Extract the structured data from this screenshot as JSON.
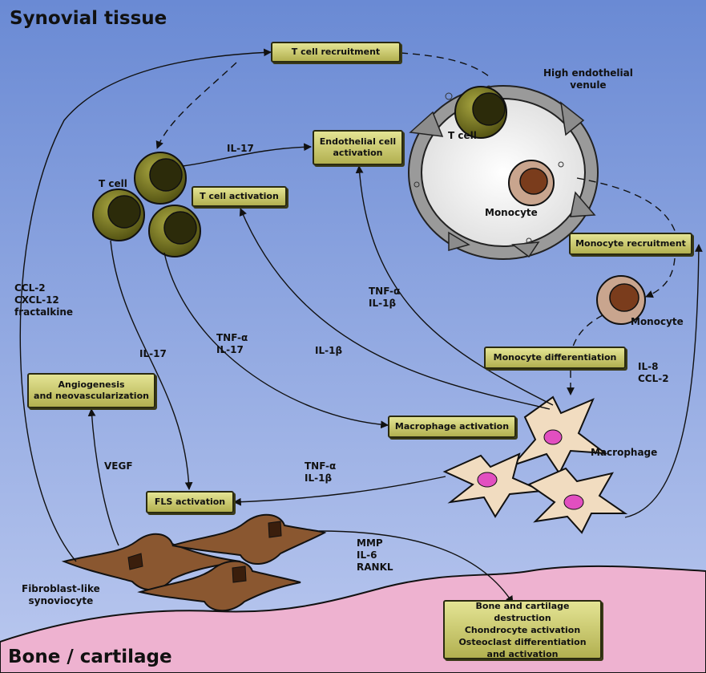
{
  "regions": {
    "top": "Synovial tissue",
    "bottom": "Bone / cartilage"
  },
  "boxes": {
    "t_cell_recruitment": "T cell recruitment",
    "endothelial_activation": [
      "Endothelial cell",
      "activation"
    ],
    "t_cell_activation": "T cell activation",
    "monocyte_recruitment": "Monocyte recruitment",
    "monocyte_differentiation": "Monocyte differentiation",
    "angiogenesis": [
      "Angiogenesis",
      "and neovascularization"
    ],
    "macrophage_activation": "Macrophage activation",
    "fls_activation": "FLS activation",
    "bone_destruction": [
      "Bone and cartilage destruction",
      "Chondrocyte activation",
      "Osteoclast differentiation",
      "and activation"
    ]
  },
  "cell_labels": {
    "t_cell_cluster": "T cell",
    "t_cell_venule": "T cell",
    "monocyte_venule": "Monocyte",
    "monocyte": "Monocyte",
    "macrophage": "Macrophage",
    "venule": [
      "High endothelial",
      "venule"
    ],
    "fibroblast": [
      "Fibroblast-like",
      "synoviocyte"
    ]
  },
  "mediators": {
    "il17_top": "IL-17",
    "ccl": [
      "CCL-2",
      "CXCL-12",
      "fractalkine"
    ],
    "il17_left": "IL-17",
    "tnf_il17": [
      "TNF-α",
      "IL-17"
    ],
    "il1b_mid": "IL-1β",
    "tnf_il1b_upper": [
      "TNF-α",
      "IL-1β"
    ],
    "il8_ccl2": [
      "IL-8",
      "CCL-2"
    ],
    "vegf": "VEGF",
    "tnf_il1b_lower": [
      "TNF-α",
      "IL-1β"
    ],
    "mmp": [
      "MMP",
      "IL-6",
      "RANKL"
    ]
  },
  "colors": {
    "bg_top": "#6f8fd6",
    "bg_bottom": "#b7c6ee",
    "bone": "#eeb0cf",
    "box_fill": "#cfcf78",
    "t_cell": "#6b6a1c",
    "monocyte": "#c9a58e",
    "macrophage": "#f1dcc0",
    "fibroblast": "#8a5730"
  }
}
